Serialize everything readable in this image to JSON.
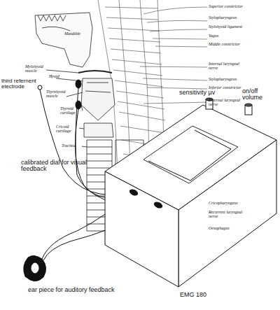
{
  "diagram": {
    "nodes": [
      {
        "text": [
          "EMG 180"
        ]
      }
    ],
    "labels": [
      "Superior constrictor",
      "Stylopharyngeus",
      "Stylohyoid ligament",
      "Vagus",
      "Middle constrictor",
      "Mandible",
      "Internal laryngeal nerve",
      "Mylohyoid muscle",
      "Hyoid",
      "Stylopharyngeus",
      "Inferior constrictor",
      "Thyrohyoid muscle",
      "External laryngeal nerve",
      "third refernent electrode",
      "Thyroid cartilage",
      "Cricoid cartilage",
      "Trachea",
      "calibrated dial for visual feedback",
      "sensitivity µv",
      "on/off volume",
      "Cricopharyngeus",
      "Recurrent laryngeal nerve",
      "Oesophagus",
      "ear piece for auditory feedback"
    ]
  }
}
